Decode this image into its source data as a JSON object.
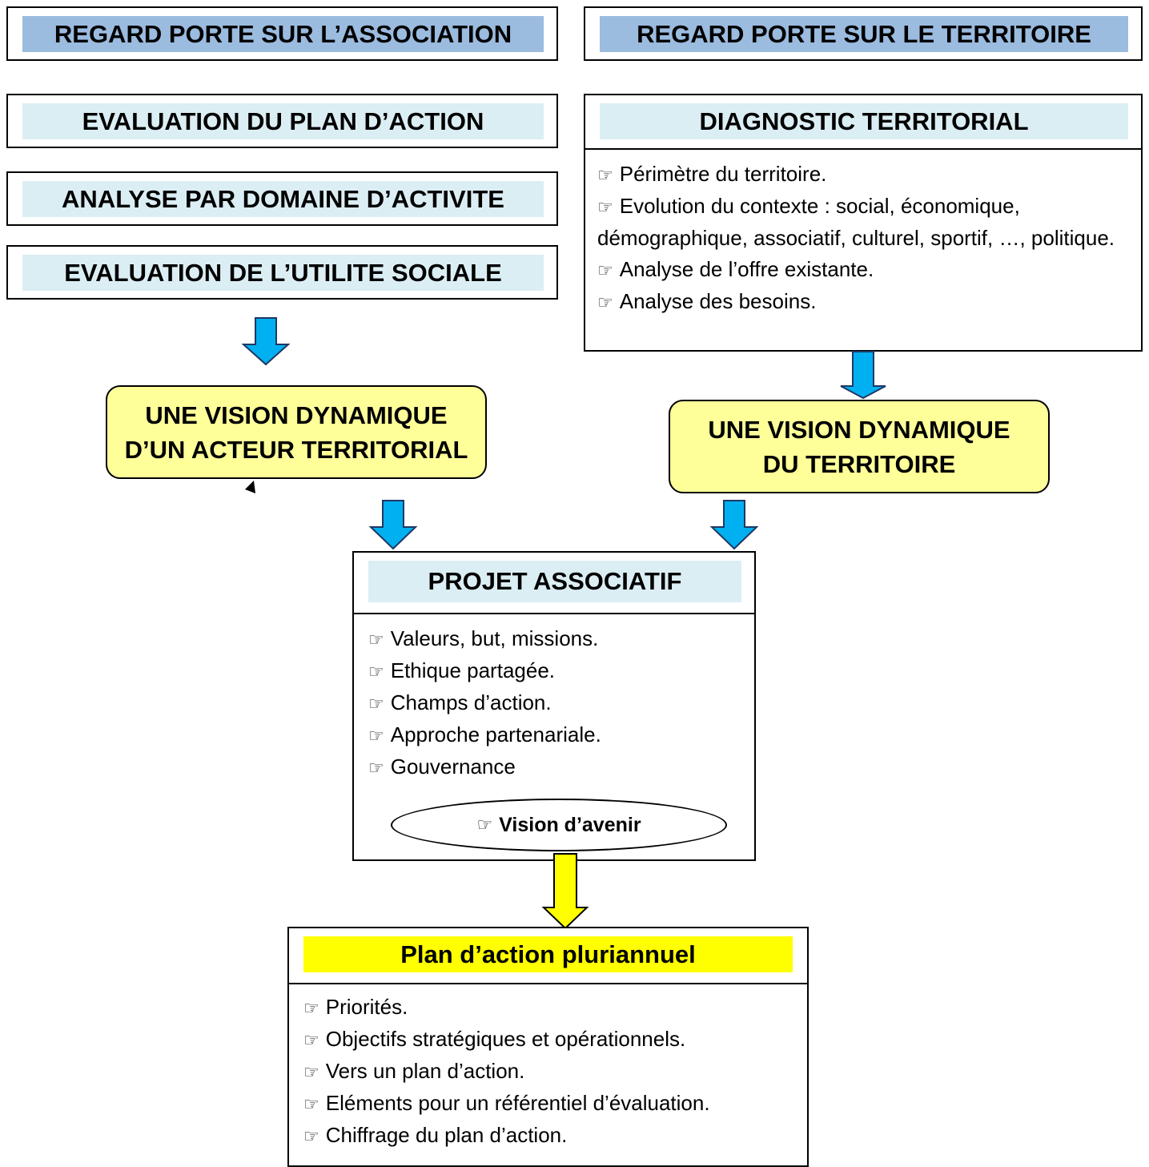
{
  "colors": {
    "header_dark": "#9bbbdf",
    "header_light": "#dbeef4",
    "vision_fill": "#ffff99",
    "arrow_blue": "#00b0f0",
    "arrow_yellow": "#ffff00",
    "highlight_yellow": "#ffff00"
  },
  "icons": {
    "bullet": "pointing-hand-icon"
  },
  "left": {
    "top_header": "REGARD PORTE SUR L’ASSOCIATION",
    "evaluation_plan": "EVALUATION DU PLAN D’ACTION",
    "analyse_domaine": "ANALYSE PAR DOMAINE D’ACTIVITE",
    "utilite_sociale": "EVALUATION DE L’UTILITE SOCIALE",
    "vision_line1": "UNE VISION DYNAMIQUE",
    "vision_line2": "D’UN ACTEUR TERRITORIAL"
  },
  "right": {
    "top_header": "REGARD PORTE SUR LE TERRITOIRE",
    "diagnostic_title": "DIAGNOSTIC TERRITORIAL",
    "diagnostic_items": [
      "Périmètre du territoire.",
      "Evolution du contexte : social, économique, démographique, associatif, culturel, sportif, …, politique.",
      "Analyse de l’offre existante.",
      "Analyse des besoins."
    ],
    "vision_line1": "UNE VISION DYNAMIQUE",
    "vision_line2": "DU TERRITOIRE"
  },
  "projet": {
    "title": "PROJET ASSOCIATIF",
    "items": [
      "Valeurs, but, missions.",
      "Ethique partagée.",
      "Champs d’action.",
      "Approche partenariale.",
      "Gouvernance"
    ],
    "vision_avenir": "Vision d’avenir"
  },
  "plan": {
    "title": "Plan d’action pluriannuel",
    "items": [
      "Priorités.",
      "Objectifs stratégiques et opérationnels.",
      "Vers un plan d’action.",
      "Eléments pour un référentiel d’évaluation.",
      "Chiffrage du plan d’action."
    ]
  }
}
